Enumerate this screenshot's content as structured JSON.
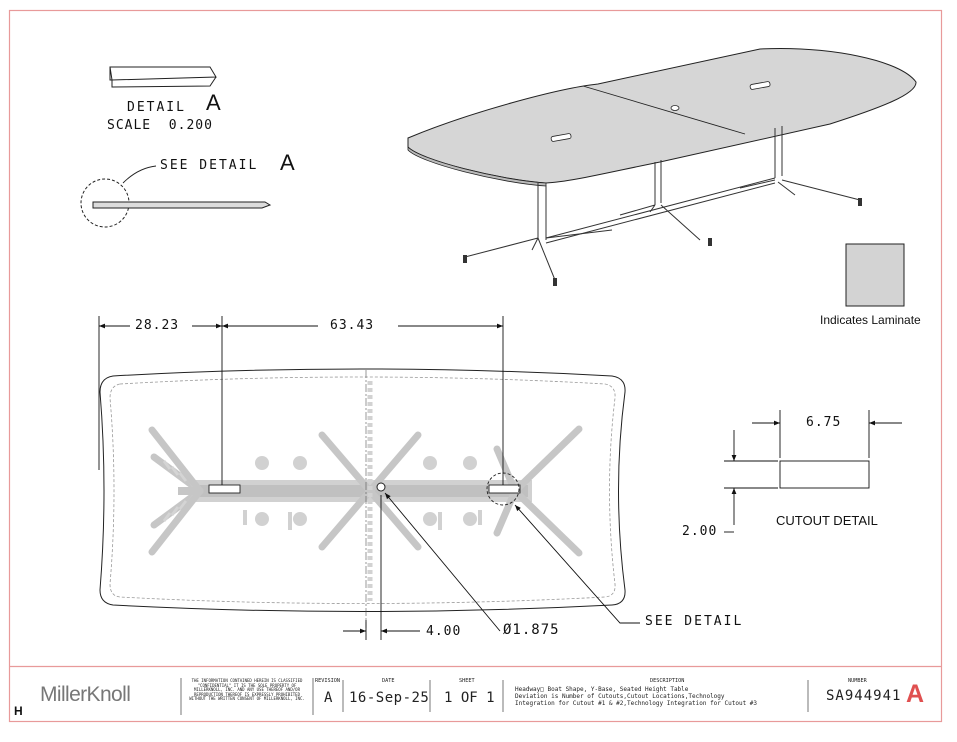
{
  "detail_a": {
    "label": "DETAIL",
    "letter": "A",
    "scale": "SCALE  0.200",
    "see_detail": "SEE DETAIL",
    "see_letter": "A"
  },
  "dimensions": {
    "left_offset": "28.23",
    "cutout_spacing": "63.43",
    "center_offset": "4.00",
    "grommet_diameter": "Ø1.875",
    "see_detail": "SEE DETAIL"
  },
  "legend": {
    "laminate_label": "Indicates Laminate",
    "laminate_color": "#d3d3d3"
  },
  "cutout_detail": {
    "width": "6.75",
    "height": "2.00",
    "label": "CUTOUT DETAIL"
  },
  "title_block": {
    "logo": "MillerKnoll",
    "zone_letter": "H",
    "confidential_text": "THE INFORMATION CONTAINED HEREIN IS CLASSIFIED \"CONFIDENTIAL\" IT IS THE SOLE PROPERTY OF MILLERKNOLL, INC. AND ANY USE THEREOF AND/OR REPRODUCTION THEREOF IS EXPRESSLY PROHIBITED WITHOUT THE WRITTEN CONSENT OF MILLERKNOLL, INC.",
    "revision_header": "REVISION",
    "revision": "A",
    "date_header": "DATE",
    "date": "16-Sep-25",
    "sheet_header": "SHEET",
    "sheet": "1 OF 1",
    "description_header": "DESCRIPTION",
    "description_line1": "Headway□ Boat Shape, Y-Base, Seated Height Table",
    "description_line2": "Deviation is Number of Cutouts,Cutout Locations,Technology",
    "description_line3": "Integration for Cutout #1 & #2,Technology Integration for Cutout #3",
    "number_header": "NUMBER",
    "number": "SA944941",
    "rev_mark": "A",
    "rev_mark_color": "#e05050"
  },
  "colors": {
    "border": "#e89a9a",
    "line": "#111111",
    "base_gray": "#bdbdbd"
  }
}
